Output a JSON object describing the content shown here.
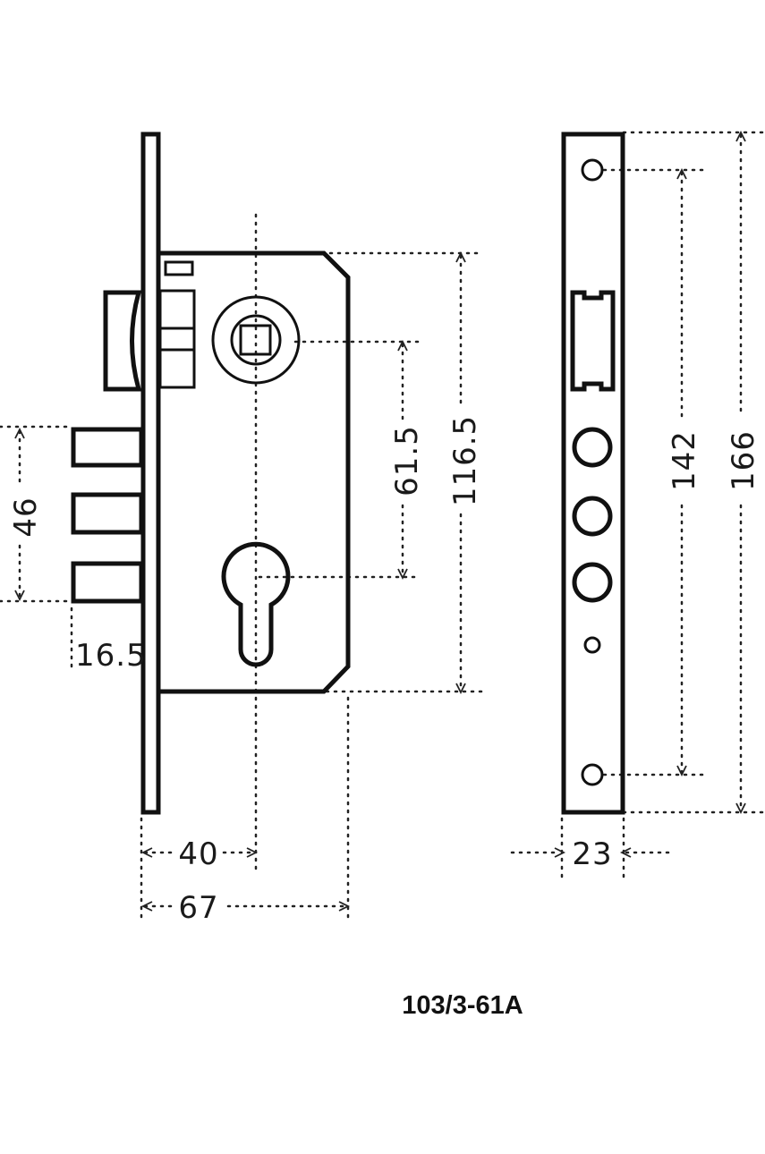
{
  "model_code": "103/3-61A",
  "dimensions": {
    "backset": "40",
    "case_depth": "67",
    "follower_to_cylinder": "61.5",
    "case_height": "116.5",
    "deadbolt_span": "46",
    "deadbolt_throw": "16.5",
    "faceplate_width": "23",
    "screw_hole_distance": "142",
    "faceplate_length": "166"
  }
}
